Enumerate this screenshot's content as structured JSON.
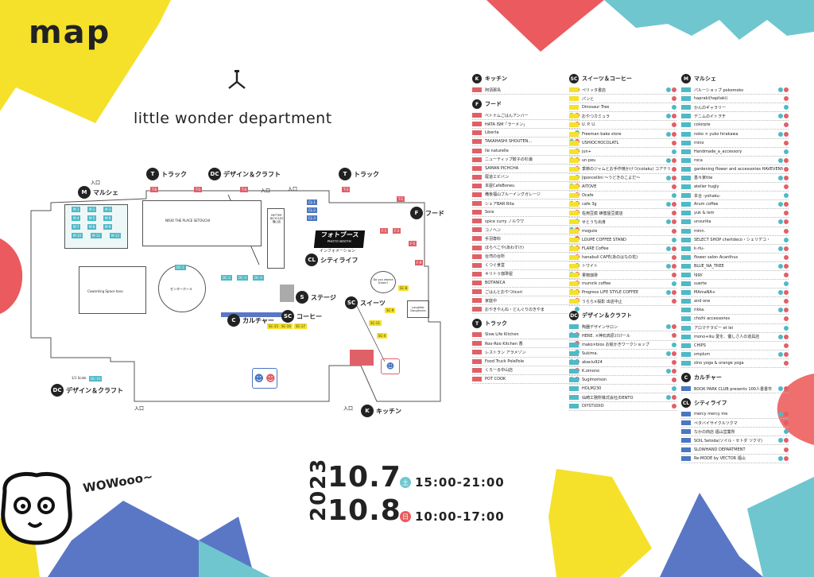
{
  "header": {
    "title": "map",
    "brand": "little wonder department"
  },
  "colors": {
    "yellow": "#f5e12a",
    "teal": "#6fc6cf",
    "blue": "#5a77c6",
    "red": "#ea5a5e",
    "pink": "#ef6e6e"
  },
  "plan": {
    "zones": {
      "track_top": "トラック",
      "design_top": "デザイン＆クラフト",
      "track_right": "トラック",
      "marche": "マルシェ",
      "food": "フード",
      "city_life": "シティライフ",
      "stage": "ステージ",
      "culture": "カルチャー",
      "coffee": "コーヒー",
      "sweets": "スイーツ",
      "kitchen": "キッチン",
      "design_bottom": "デザイン＆クラフト"
    },
    "labels": {
      "photo_booth_jp": "フォトブース",
      "photo_booth_en": "PHOTO BOOTH",
      "information": "インフォメーション",
      "nisio": "NISIO THE PLACE SETOUCHI",
      "coworking": "Coworking Space tovo",
      "center": "センターホール",
      "better": "BETTER BICYCLES 福山店",
      "wanna": "Do you wanna Green?",
      "laughter": "Laughter Doughnuts",
      "scale": "1/1 Scale",
      "entrance": "入口"
    }
  },
  "sections": {
    "kitchen": {
      "code": "K",
      "title": "キッチン",
      "items": [
        "阿須那鳥"
      ]
    },
    "food": {
      "code": "F",
      "title": "フード",
      "items": [
        "ベトナムごはんアンバー",
        "HATA ISM「ラーメン」",
        "Liberta",
        "TAKAHASHI SHOUTEN...",
        "Île naturelle",
        "ニューティップ餃子の杉浦",
        "SAMAN PICHCHA",
        "尾道エビバン",
        "本屋CafeBoneu",
        "備後福山ブルーイングガレージ",
        "シェアBAR Rita",
        "Sora",
        "spice curry ノルウワ",
        "コノヘン",
        "手羽専科",
        "ほらべこや(あわすけ)",
        "台湾の台所",
        "くつぐ食堂",
        "キリトゥ珈琲屋",
        "BOTANICA",
        "ごはんとおやつlicori",
        "家庭中",
        "おやきやんね・どんぐりのきやま"
      ]
    },
    "sweets": {
      "code": "SC",
      "title": "スイーツ＆コーヒー",
      "items": [
        "ペリッタ書店",
        "パンと",
        "Dinosaur Tree",
        "おやつカミュラ",
        "U. P. U.",
        "Freeman bake store",
        "USHIOCHOCOLATL",
        "jun+",
        "un peu",
        "季節のジャムとお手作焼かけつ(cotaku) コアテリ",
        "Jiponcellini 〜うどきのこよだ〜",
        "AITOVE",
        "Ocafe",
        "cafe 3g",
        "佐用豆腐 蜂蜜屋豆腐店",
        "せとうち出身",
        "mogute",
        "LOUPE COFFEE STAND",
        "FLARE Coffee",
        "hanabull CAFÉ(あのはなの花)",
        "トワイト",
        "果物珈琲",
        "mumrik coffee",
        "Progress LIFE STYLE COFFEE",
        "うらら×桜影 出店中止"
      ]
    },
    "design": {
      "code": "DC",
      "title": "デザイン＆クラフト",
      "items": [
        "陶器デザインサロン",
        "HERE. ×神石高原ｽｸｽｸール",
        "mako×bios お絵かきワークショップ",
        "Sukima.",
        "akaciu924",
        "K.omono",
        "Sugimorison",
        "HOLM230",
        "仙崎工務所株式会社/DENTO",
        "DIYSTUDIO"
      ]
    },
    "track": {
      "code": "T",
      "title": "トラック",
      "items": [
        "Slow Life Kitchen",
        "Roo-Roo Kitchen 香",
        "レストラン アラメゾン",
        "Food Truck PolePole",
        "くろーる中山店",
        "POT COOK"
      ]
    },
    "marche": {
      "code": "M",
      "title": "マルシェ",
      "items": [
        "パルーショップ pokomoko",
        "hapraki(hapliaki)",
        "かんのギャラリー",
        "デニムのイトヲチ",
        "colorpte",
        "noko × yuko hirakawa",
        "mino",
        "Handmade_a_accessory",
        "roca",
        "gardening flower and accessories HAVEVENNER",
        "基々家tite",
        "atelier hugly",
        "本合 -yohaku-",
        "Arum coffee",
        "yuk & lem",
        "unsurika",
        "minn.",
        "SELECT SHOP chertdeco・シェリデコ・",
        "k-rlu-",
        "flower salon Acanthus",
        "BLUE_NA_TREE",
        "iggy",
        "suerte",
        "MAmaNA+",
        "and one",
        "rikka.",
        "chizhi accessories",
        "アロマテラピー et lei",
        "mono+iku 愛を、優しさ人の道具店",
        "CHIPS",
        "smplum",
        "zino yoga & orange yoga"
      ]
    },
    "culture": {
      "code": "C",
      "title": "カルチャー",
      "items": [
        "BOOK PARK CLUB presents 100人書書市"
      ]
    },
    "city": {
      "code": "CL",
      "title": "シティライフ",
      "items": [
        "mercy mercy me",
        "ペタバイサイクルツクマ",
        "なかの商店 福山営業所",
        "SOIL Setoda(ソイル・セトダ ツクマ)",
        "SLOWHAND DEPARTMENT",
        "Re:MODE by VECTOR 福山"
      ]
    }
  },
  "dates": {
    "year": "2023",
    "day1": "10.7",
    "dow1": "土",
    "time1": "15:00-21:00",
    "day2": "10.8",
    "dow2": "日",
    "time2": "10:00-17:00"
  },
  "wow": "WOWooo~"
}
